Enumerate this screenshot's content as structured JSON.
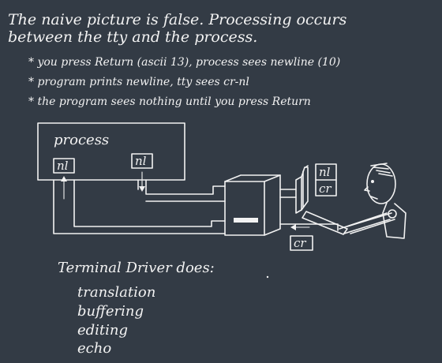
{
  "heading": {
    "line_1": "The naive picture is false.  Processing occurs",
    "line_2": "between the tty and the process."
  },
  "bullets": [
    "* you press Return (ascii 13),   process sees newline (10)",
    "* program prints newline,   tty sees cr-nl",
    "* the program sees nothing until you press Return"
  ],
  "diagram": {
    "process_label": "process",
    "nl_out": "nl",
    "nl_in": "nl",
    "tty_nl": "nl",
    "tty_cr": "cr",
    "user_cr": "cr"
  },
  "driver": {
    "title": "Terminal Driver does:",
    "tasks": [
      "translation",
      "buffering",
      "editing",
      "echo"
    ]
  },
  "colors": {
    "background": "#333b45",
    "ink": "#f2f2f2"
  }
}
